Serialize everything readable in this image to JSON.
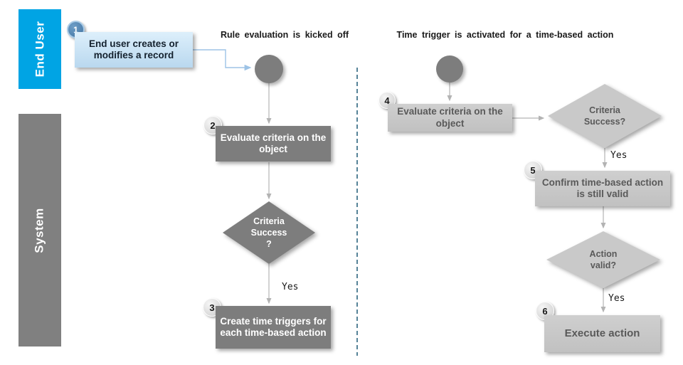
{
  "diagram": {
    "lanes": [
      {
        "label": "End User"
      },
      {
        "label": "System"
      }
    ],
    "titles": {
      "left": "Rule evaluation is kicked off",
      "right": "Time trigger is activated for a time-based action"
    },
    "steps": [
      {
        "number": "1",
        "label": "End user creates or modifies a record"
      },
      {
        "number": "2",
        "label": "Evaluate criteria on the object"
      },
      {
        "number": "3",
        "label": "Create time triggers for each time-based action"
      },
      {
        "number": "4",
        "label": "Evaluate criteria on the object"
      },
      {
        "number": "5",
        "label": "Confirm time-based action is still valid"
      },
      {
        "number": "6",
        "label": "Execute action"
      }
    ],
    "decisions": [
      {
        "label": "Criteria\nSuccess\n?"
      },
      {
        "label": "Criteria\nSuccess?"
      },
      {
        "label": "Action\nvalid?"
      }
    ],
    "edge_labels": {
      "left_yes": "Yes",
      "right_yes1": "Yes",
      "right_yes2": "Yes"
    },
    "colors": {
      "end_user_lane": "#00a4e4",
      "system_lane": "#808080",
      "dark_shape": "#7d7d7d",
      "light_shape": "#c9c9c9",
      "start_box": "#bdd7ee",
      "divider": "#1e5a77",
      "badge_blue": "#4e80ad",
      "connector": "#b3b3b3",
      "blue_connector": "#9dc3e6"
    }
  }
}
